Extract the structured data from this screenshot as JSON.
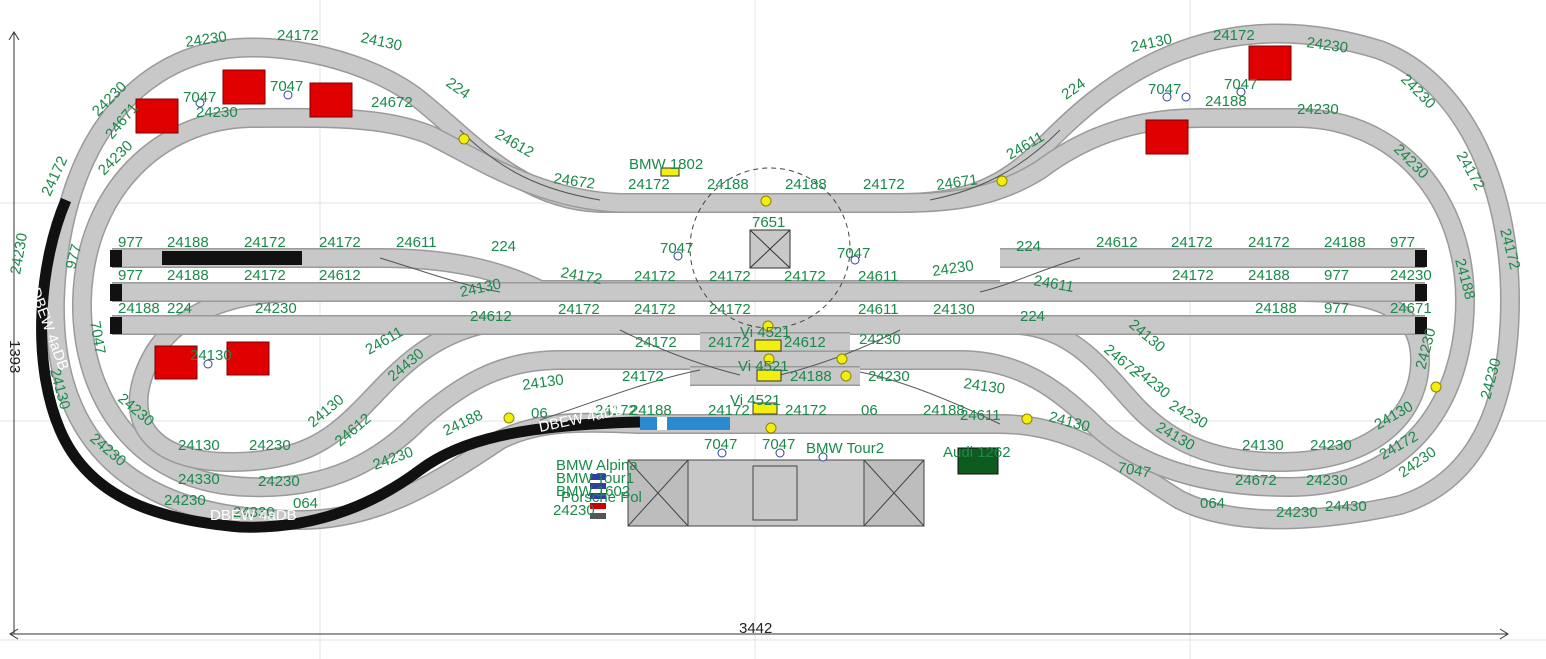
{
  "dimensions": {
    "width_label": "3442",
    "height_label": "1393"
  },
  "labels": [
    {
      "id": "lbl-1",
      "text": "24230"
    },
    {
      "id": "lbl-2",
      "text": "24172"
    },
    {
      "id": "lbl-3",
      "text": "24130"
    },
    {
      "id": "lbl-4",
      "text": "24230"
    },
    {
      "id": "lbl-5",
      "text": "7047"
    },
    {
      "id": "lbl-6",
      "text": "7047"
    },
    {
      "id": "lbl-7",
      "text": "24672"
    },
    {
      "id": "lbl-8",
      "text": "224"
    },
    {
      "id": "lbl-9",
      "text": "24612"
    },
    {
      "id": "lbl-10",
      "text": "24230"
    },
    {
      "id": "lbl-11",
      "text": "24172"
    },
    {
      "id": "lbl-12",
      "text": "24672"
    },
    {
      "id": "lbl-13",
      "text": "BMW 1802"
    },
    {
      "id": "lbl-14",
      "text": "24172"
    },
    {
      "id": "lbl-15",
      "text": "24188"
    },
    {
      "id": "lbl-16",
      "text": "24188"
    },
    {
      "id": "lbl-17",
      "text": "24172"
    },
    {
      "id": "lbl-18",
      "text": "24671"
    },
    {
      "id": "lbl-19",
      "text": "24611"
    },
    {
      "id": "lbl-20",
      "text": "224"
    },
    {
      "id": "lbl-21",
      "text": "24130"
    },
    {
      "id": "lbl-22",
      "text": "24172"
    },
    {
      "id": "lbl-23",
      "text": "24230"
    },
    {
      "id": "lbl-24",
      "text": "7047"
    },
    {
      "id": "lbl-25",
      "text": "7047"
    },
    {
      "id": "lbl-26",
      "text": "24188"
    },
    {
      "id": "lbl-27",
      "text": "24230"
    },
    {
      "id": "lbl-28",
      "text": "24230"
    },
    {
      "id": "lbl-29",
      "text": "24230"
    },
    {
      "id": "lbl-30",
      "text": "24172"
    },
    {
      "id": "lbl-31",
      "text": "24230"
    },
    {
      "id": "lbl-32",
      "text": "7651"
    },
    {
      "id": "lbl-33",
      "text": "977"
    },
    {
      "id": "lbl-34",
      "text": "24188"
    },
    {
      "id": "lbl-35",
      "text": "24172"
    },
    {
      "id": "lbl-36",
      "text": "24172"
    },
    {
      "id": "lbl-37",
      "text": "24611"
    },
    {
      "id": "lbl-38",
      "text": "224"
    },
    {
      "id": "lbl-39",
      "text": "7047"
    },
    {
      "id": "lbl-40",
      "text": "7047"
    },
    {
      "id": "lbl-41",
      "text": "224"
    },
    {
      "id": "lbl-42",
      "text": "24612"
    },
    {
      "id": "lbl-43",
      "text": "24172"
    },
    {
      "id": "lbl-44",
      "text": "24172"
    },
    {
      "id": "lbl-45",
      "text": "24188"
    },
    {
      "id": "lbl-46",
      "text": "977"
    },
    {
      "id": "lbl-47",
      "text": "977"
    },
    {
      "id": "lbl-48",
      "text": "24188"
    },
    {
      "id": "lbl-49",
      "text": "24172"
    },
    {
      "id": "lbl-50",
      "text": "24612"
    },
    {
      "id": "lbl-51",
      "text": "24172"
    },
    {
      "id": "lbl-52",
      "text": "24172"
    },
    {
      "id": "lbl-53",
      "text": "24172"
    },
    {
      "id": "lbl-54",
      "text": "24172"
    },
    {
      "id": "lbl-55",
      "text": "24611"
    },
    {
      "id": "lbl-56",
      "text": "24230"
    },
    {
      "id": "lbl-57",
      "text": "24611"
    },
    {
      "id": "lbl-58",
      "text": "24172"
    },
    {
      "id": "lbl-59",
      "text": "24188"
    },
    {
      "id": "lbl-60",
      "text": "977"
    },
    {
      "id": "lbl-61",
      "text": "24230"
    },
    {
      "id": "lbl-62",
      "text": "24230"
    },
    {
      "id": "lbl-63",
      "text": "977"
    },
    {
      "id": "lbl-64",
      "text": "24188"
    },
    {
      "id": "lbl-65",
      "text": "224"
    },
    {
      "id": "lbl-66",
      "text": "24230"
    },
    {
      "id": "lbl-67",
      "text": "24130"
    },
    {
      "id": "lbl-68",
      "text": "24612"
    },
    {
      "id": "lbl-69",
      "text": "24172"
    },
    {
      "id": "lbl-70",
      "text": "24172"
    },
    {
      "id": "lbl-71",
      "text": "24172"
    },
    {
      "id": "lbl-72",
      "text": "24611"
    },
    {
      "id": "lbl-73",
      "text": "24130"
    },
    {
      "id": "lbl-74",
      "text": "224"
    },
    {
      "id": "lbl-75",
      "text": "24188"
    },
    {
      "id": "lbl-76",
      "text": "977"
    },
    {
      "id": "lbl-77",
      "text": "24671"
    },
    {
      "id": "lbl-78",
      "text": "7047"
    },
    {
      "id": "lbl-79",
      "text": "24130"
    },
    {
      "id": "lbl-80",
      "text": "24611"
    },
    {
      "id": "lbl-81",
      "text": "24172"
    },
    {
      "id": "lbl-82",
      "text": "24172"
    },
    {
      "id": "lbl-83",
      "text": "24612"
    },
    {
      "id": "lbl-84",
      "text": "24230"
    },
    {
      "id": "lbl-85",
      "text": "24130"
    },
    {
      "id": "lbl-86",
      "text": "24672"
    },
    {
      "id": "lbl-87",
      "text": "24230"
    },
    {
      "id": "lbl-88",
      "text": "24188"
    },
    {
      "id": "lbl-89",
      "text": "24172"
    },
    {
      "id": "lbl-90",
      "text": "24188"
    },
    {
      "id": "lbl-91",
      "text": "24230"
    },
    {
      "id": "lbl-92",
      "text": "24130"
    },
    {
      "id": "lbl-93",
      "text": "24430"
    },
    {
      "id": "lbl-94",
      "text": "24130"
    },
    {
      "id": "lbl-95",
      "text": "24230"
    },
    {
      "id": "lbl-96",
      "text": "24130"
    },
    {
      "id": "lbl-97",
      "text": "24230"
    },
    {
      "id": "lbl-98",
      "text": "24612"
    },
    {
      "id": "lbl-99",
      "text": "24188"
    },
    {
      "id": "lbl-100",
      "text": "06"
    },
    {
      "id": "lbl-101",
      "text": "24172"
    },
    {
      "id": "lbl-102",
      "text": "24188"
    },
    {
      "id": "lbl-103",
      "text": "24172"
    },
    {
      "id": "lbl-104",
      "text": "24172"
    },
    {
      "id": "lbl-105",
      "text": "06"
    },
    {
      "id": "lbl-106",
      "text": "24188"
    },
    {
      "id": "lbl-107",
      "text": "24611"
    },
    {
      "id": "lbl-108",
      "text": "24130"
    },
    {
      "id": "lbl-109",
      "text": "24230"
    },
    {
      "id": "lbl-110",
      "text": "24130"
    },
    {
      "id": "lbl-111",
      "text": "24130"
    },
    {
      "id": "lbl-112",
      "text": "24130"
    },
    {
      "id": "lbl-113",
      "text": "24230"
    },
    {
      "id": "lbl-114",
      "text": "24130"
    },
    {
      "id": "lbl-115",
      "text": "24230"
    },
    {
      "id": "lbl-116",
      "text": "24130"
    },
    {
      "id": "lbl-117",
      "text": "24172"
    },
    {
      "id": "lbl-118",
      "text": "7047"
    },
    {
      "id": "lbl-119",
      "text": "7047"
    },
    {
      "id": "lbl-120",
      "text": "7047"
    },
    {
      "id": "lbl-121",
      "text": "BMW Tour2"
    },
    {
      "id": "lbl-122",
      "text": "BMW Alpina"
    },
    {
      "id": "lbl-123",
      "text": "BMW Tour1"
    },
    {
      "id": "lbl-124",
      "text": "BMW 1602"
    },
    {
      "id": "lbl-125",
      "text": "Porsche Pol"
    },
    {
      "id": "lbl-126",
      "text": "24230"
    },
    {
      "id": "lbl-127",
      "text": "24330"
    },
    {
      "id": "lbl-128",
      "text": "064"
    },
    {
      "id": "lbl-129",
      "text": "24330"
    },
    {
      "id": "lbl-130",
      "text": "064"
    },
    {
      "id": "lbl-131",
      "text": "24230"
    },
    {
      "id": "lbl-132",
      "text": "24430"
    },
    {
      "id": "lbl-133",
      "text": "24230"
    },
    {
      "id": "lbl-134",
      "text": "24230"
    },
    {
      "id": "lbl-135",
      "text": "24230"
    },
    {
      "id": "lbl-136",
      "text": "24672"
    },
    {
      "id": "lbl-137",
      "text": "24230"
    },
    {
      "id": "lbl-138",
      "text": "24172"
    },
    {
      "id": "lbl-139",
      "text": "24230"
    },
    {
      "id": "lbl-140",
      "text": "24230"
    },
    {
      "id": "lbl-141",
      "text": "24230"
    },
    {
      "id": "lbl-142",
      "text": "24671"
    },
    {
      "id": "lbl-143",
      "text": "Audi 1262"
    },
    {
      "id": "lbl-144",
      "text": "Vi 4521"
    },
    {
      "id": "lbl-145",
      "text": "Vi 4521"
    },
    {
      "id": "lbl-146",
      "text": "Vi 4521"
    }
  ],
  "train_labels": [
    {
      "id": "tl-1",
      "text": "DBEW 4aDB"
    },
    {
      "id": "tl-2",
      "text": "DBEW 4aDB"
    },
    {
      "id": "tl-3",
      "text": "DBEW 4aDB"
    }
  ],
  "colors": {
    "track_edge": "#9a9a9a",
    "track_fill": "#c8c8c8",
    "label": "#1a8a4a",
    "building": "#e00000",
    "signal": "#f2ee10",
    "train": "#111111",
    "wagon": "#2a8ad0"
  }
}
